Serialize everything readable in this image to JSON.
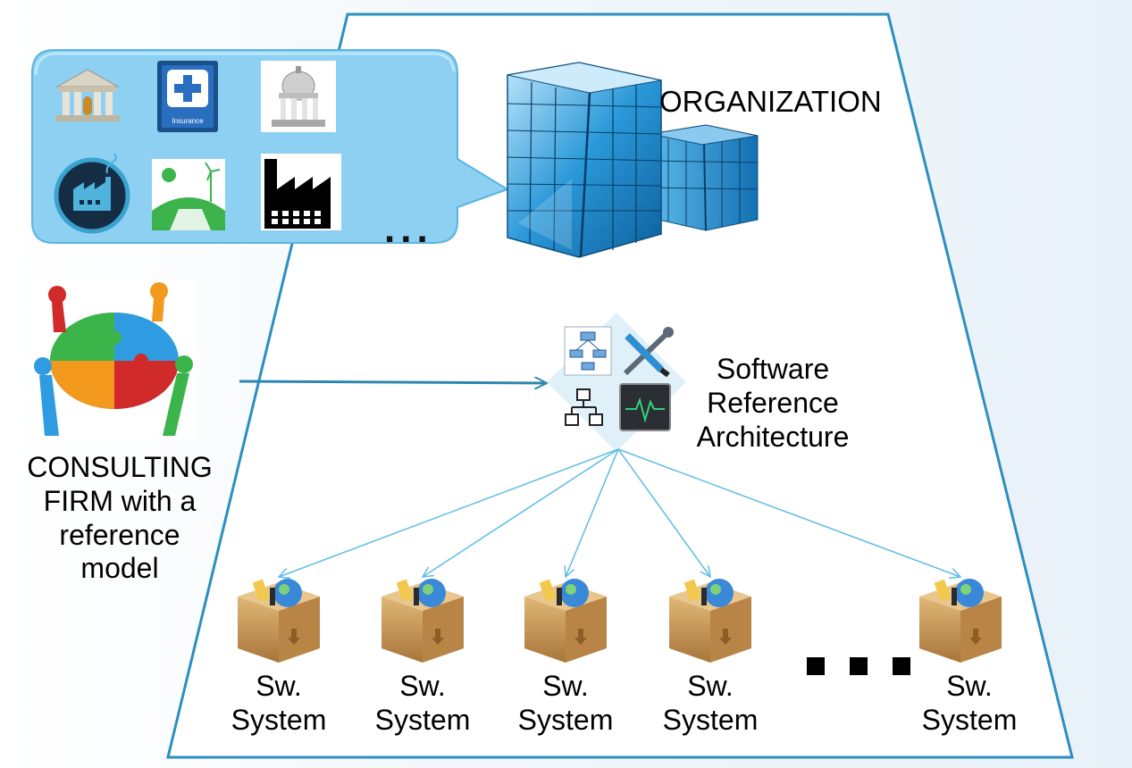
{
  "organization": {
    "label": "ORGANIZATION"
  },
  "sector_icons": {
    "insurance_label": "Insurance",
    "ellipsis": "..."
  },
  "consulting": {
    "label_lines": [
      "CONSULTING",
      "FIRM with a",
      "reference",
      "model"
    ]
  },
  "architecture": {
    "label_lines": [
      "Software",
      "Reference",
      "Architecture"
    ]
  },
  "systems": [
    {
      "line1": "Sw.",
      "line2": "System"
    },
    {
      "line1": "Sw.",
      "line2": "System"
    },
    {
      "line1": "Sw.",
      "line2": "System"
    },
    {
      "line1": "Sw.",
      "line2": "System"
    },
    {
      "line1": "Sw.",
      "line2": "System"
    }
  ],
  "colors": {
    "trapezoid": "#2c8fbf",
    "bubble": "#8dd0f2",
    "arrow": "#5bbde6",
    "consulting_arrow": "#2e86b0"
  }
}
